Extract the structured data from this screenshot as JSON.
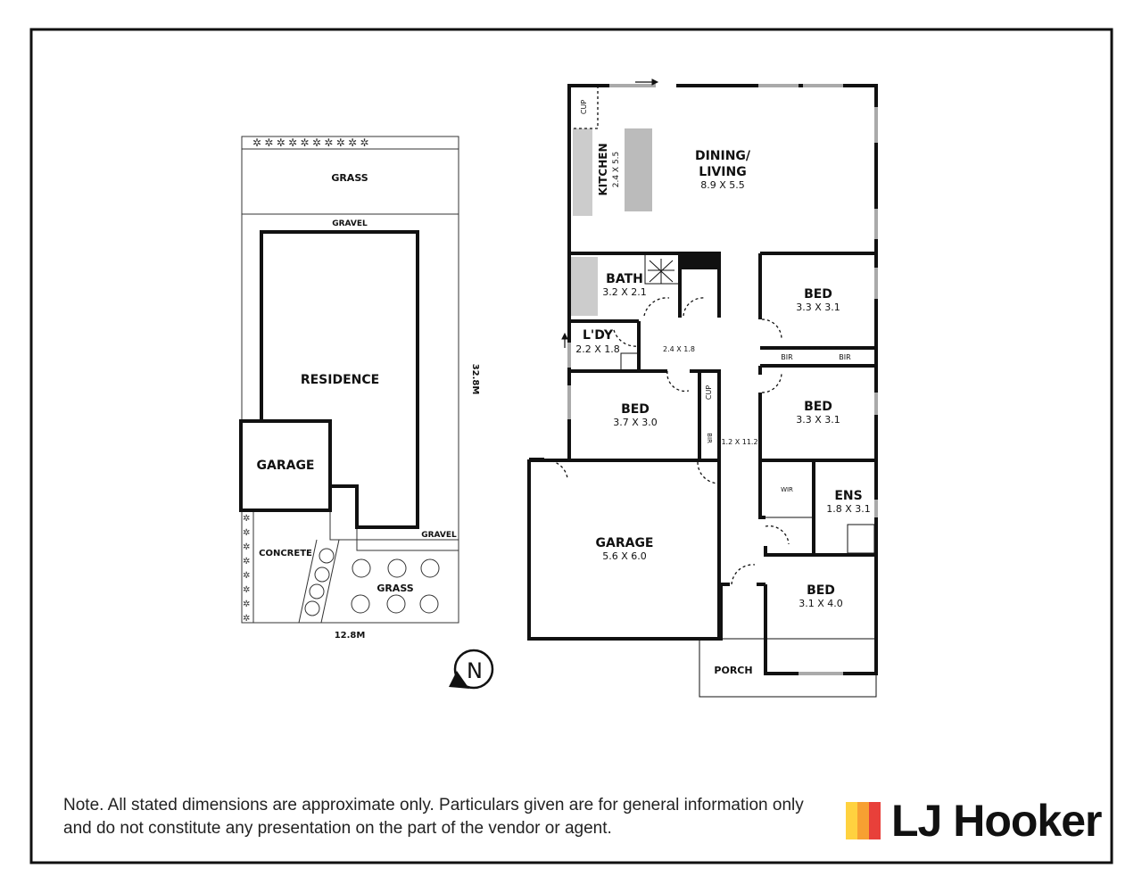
{
  "site_plan": {
    "labels": {
      "grass_top": "GRASS",
      "gravel_top": "GRAVEL",
      "residence": "RESIDENCE",
      "garage": "GARAGE",
      "gravel_side": "GRAVEL",
      "concrete": "CONCRETE",
      "grass_bottom": "GRASS"
    },
    "width_dim": "12.8M",
    "depth_dim": "32.8M"
  },
  "compass": {
    "label": "N"
  },
  "floor_plan": {
    "rooms": [
      {
        "name": "DINING/",
        "name2": "LIVING",
        "size": "8.9 X 5.5"
      },
      {
        "name": "KITCHEN",
        "size": "2.4 X 5.5"
      },
      {
        "name": "BATH",
        "size": "3.2 X 2.1"
      },
      {
        "name": "L'DY",
        "size": "2.2 X 1.8"
      },
      {
        "name": "BED",
        "size": "3.3 X 3.1"
      },
      {
        "name": "BED",
        "size": "3.3 X 3.1"
      },
      {
        "name": "BED",
        "size": "3.7 X 3.0"
      },
      {
        "name": "ENS",
        "size": "1.8 X 3.1"
      },
      {
        "name": "GARAGE",
        "size": "5.6 X 6.0"
      },
      {
        "name": "BED",
        "size": "3.1 X 4.0"
      },
      {
        "name": "PORCH"
      }
    ],
    "small": {
      "hall1": "2.4 X 1.8",
      "hall2": "1.2 X 11.2",
      "cup1": "CUP",
      "cup2": "CUP",
      "bir1": "BIR",
      "bir2": "BIR",
      "bir3": "BIR",
      "wir": "WIR"
    }
  },
  "footer": {
    "note": "Note. All stated dimensions are approximate only. Particulars given are for general information only and do not constitute any presentation on the part of the vendor or agent.",
    "brand": "LJ Hooker",
    "brand_colors": [
      "#FFD23F",
      "#F7A032",
      "#E8403A"
    ]
  }
}
